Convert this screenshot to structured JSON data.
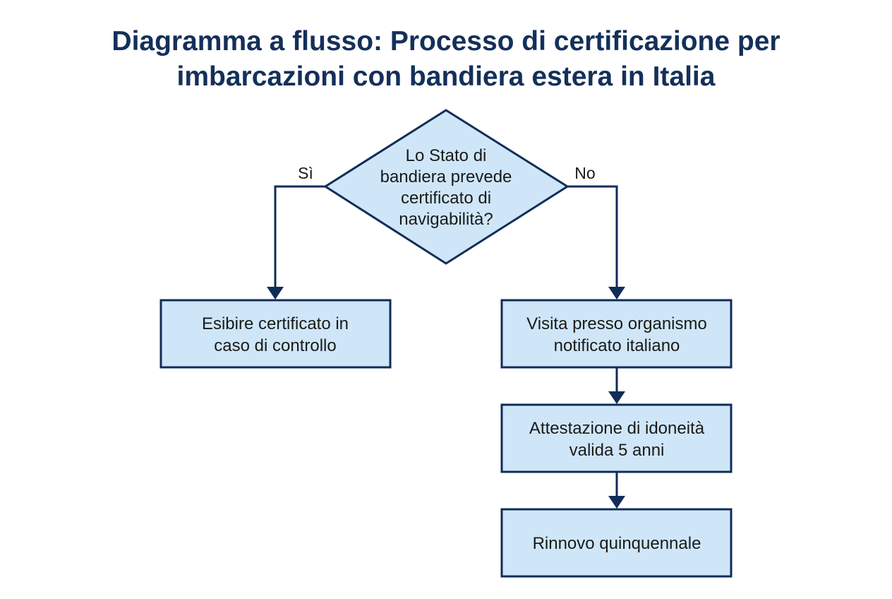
{
  "title": {
    "line1": "Diagramma a flusso: Processo di certificazione per",
    "line2": "imbarcazioni con bandiera estera in Italia"
  },
  "colors": {
    "title": "#14305a",
    "stroke": "#112d57",
    "fill": "#cfe6f8",
    "text": "#1a1a1a",
    "background": "#ffffff"
  },
  "nodes": {
    "decision": {
      "lines": [
        "Lo Stato di",
        "bandiera prevede",
        "certificato di",
        "navigabilità?"
      ]
    },
    "show_certificate": {
      "lines": [
        "Esibire certificato in",
        "caso di controllo"
      ]
    },
    "inspection_visit": {
      "lines": [
        "Visita presso organismo",
        "notificato italiano"
      ]
    },
    "attestation": {
      "lines": [
        "Attestazione di idoneità",
        "valida 5 anni"
      ]
    },
    "renewal": {
      "lines": [
        "Rinnovo quinquennale"
      ]
    }
  },
  "edges": {
    "yes_label": "Sì",
    "no_label": "No"
  }
}
